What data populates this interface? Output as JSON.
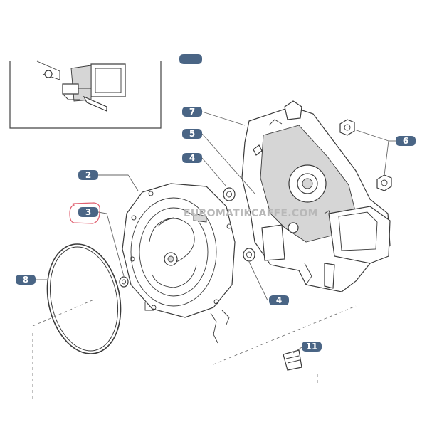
{
  "watermark": "EUROMATIKCAFFE.COM",
  "callouts": [
    {
      "id": "c7",
      "label": "7"
    },
    {
      "id": "c5",
      "label": "5"
    },
    {
      "id": "c6",
      "label": "6"
    },
    {
      "id": "c4a",
      "label": "4"
    },
    {
      "id": "c2",
      "label": "2"
    },
    {
      "id": "c3",
      "label": "3"
    },
    {
      "id": "c8",
      "label": "8"
    },
    {
      "id": "c4b",
      "label": "4"
    },
    {
      "id": "c11",
      "label": "11"
    }
  ],
  "colors": {
    "callout_fill": "#4a6585",
    "highlight": "#e06070",
    "line": "#3a3a3a"
  }
}
